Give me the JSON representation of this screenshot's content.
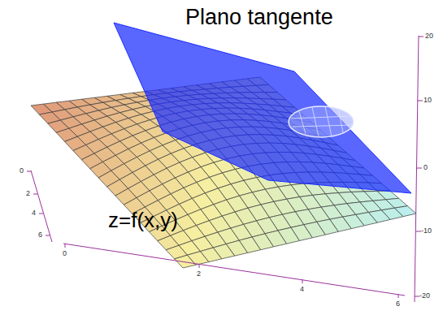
{
  "diagram": {
    "labels": [
      "Plano tangente",
      "z=f(x,y)",
      "20",
      "10",
      "0",
      "-10",
      "-20",
      "0",
      "2",
      "4",
      "6",
      "0",
      "2",
      "4",
      "6"
    ]
  }
}
